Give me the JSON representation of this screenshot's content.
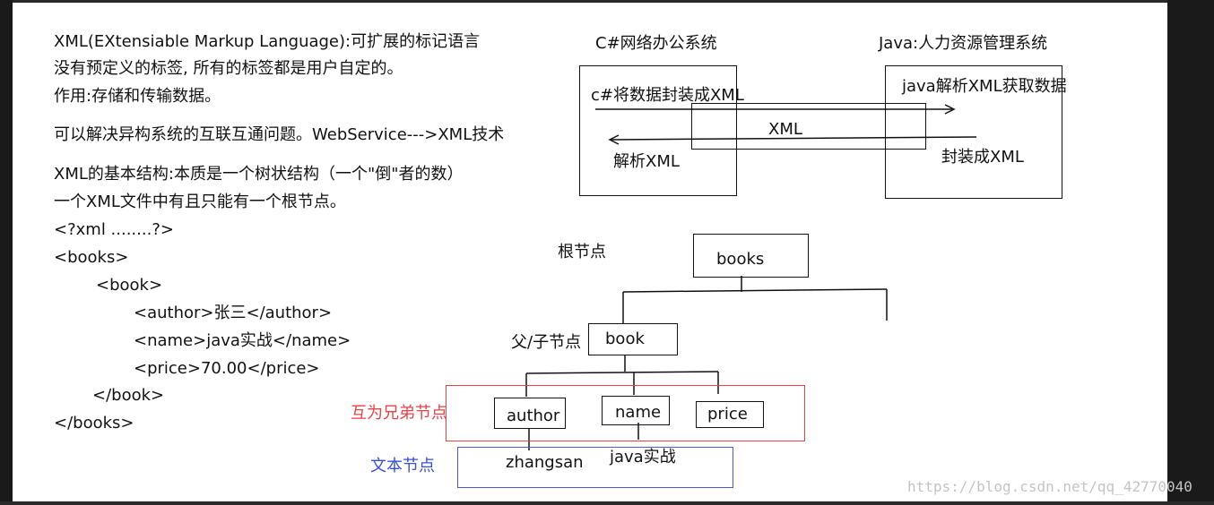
{
  "notes": {
    "line1": "XML(EXtensiable Markup Language):可扩展的标记语言",
    "line2": "没有预定义的标签, 所有的标签都是用户自定的。",
    "line3": "作用:存储和传输数据。",
    "line4": "可以解决异构系统的互联互通问题。WebService--->XML技术",
    "line5": "XML的基本结构:本质是一个树状结构（一个\"倒\"者的数）",
    "line6": "一个XML文件中有且只能有一个根节点。"
  },
  "code": {
    "line1": "<?xml ........?>",
    "line2": "<books>",
    "line3": "<book>",
    "line4": "<author>张三</author>",
    "line5": "<name>java实战</name>",
    "line6": "<price>70.00</price>",
    "line7": "</book>",
    "line8": "</books>"
  },
  "systems": {
    "csharp_title": "C#网络办公系统",
    "java_title": "Java:人力资源管理系统",
    "csharp_send": "c#将数据封装成XML",
    "csharp_parse": "解析XML",
    "xml_label": "XML",
    "java_parse": "java解析XML获取数据",
    "java_wrap": "封装成XML"
  },
  "tree": {
    "root_label": "根节点",
    "parent_label": "父/子节点",
    "sibling_label": "互为兄弟节点",
    "text_label": "文本节点",
    "books": "books",
    "book": "book",
    "author": "author",
    "name": "name",
    "price": "price",
    "zhangsan": "zhangsan",
    "java_book": "java实战"
  },
  "colors": {
    "sibling": "#e8434a",
    "text_node": "#3a4fd0"
  },
  "watermark": "https://blog.csdn.net/qq_42770040"
}
